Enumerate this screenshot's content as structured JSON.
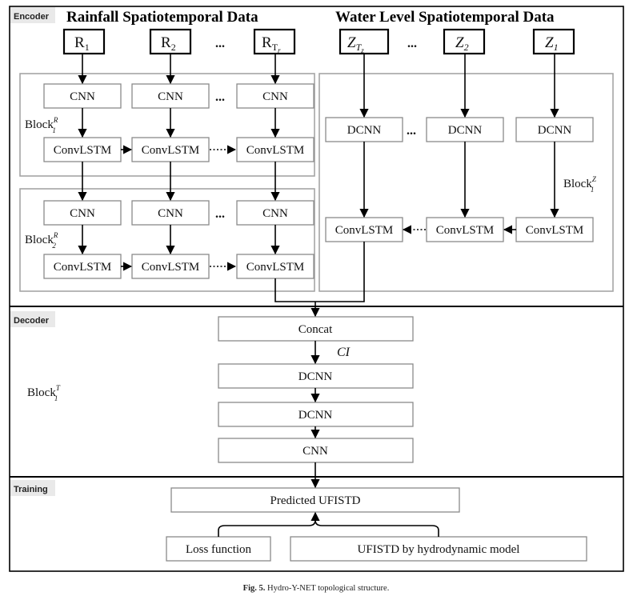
{
  "sections": {
    "encoder": "Encoder",
    "decoder": "Decoder",
    "training": "Training"
  },
  "headers": {
    "rainfall": "Rainfall Spatiotemporal Data",
    "water": "Water Level Spatiotemporal Data"
  },
  "inputs": {
    "r_base": "R",
    "r1_sub": "1",
    "r2_sub": "2",
    "rt_sub": "T",
    "rt_subsub": "r",
    "z_base": "Z",
    "zt_sub": "T",
    "zt_subsub": "z",
    "z2_sub": "2",
    "z1_sub": "1",
    "ellipsis": "..."
  },
  "nodes": {
    "cnn": "CNN",
    "convlstm": "ConvLSTM",
    "dcnn": "DCNN",
    "concat": "Concat",
    "ci": "CI",
    "predicted": "Predicted UFISTD",
    "loss": "Loss function",
    "ufistd_model": "UFISTD by hydrodynamic model"
  },
  "blocks": {
    "block_base": "Block",
    "r1_sup": "R",
    "r1_sub": "1",
    "r2_sup": "R",
    "r2_sub": "2",
    "z1_sup": "Z",
    "z1_sub": "1",
    "t1_sup": "T",
    "t1_sub": "1"
  },
  "ellipsis": "...",
  "caption": {
    "label": "Fig. 5.",
    "text": "Hydro-Y-NET topological structure."
  }
}
